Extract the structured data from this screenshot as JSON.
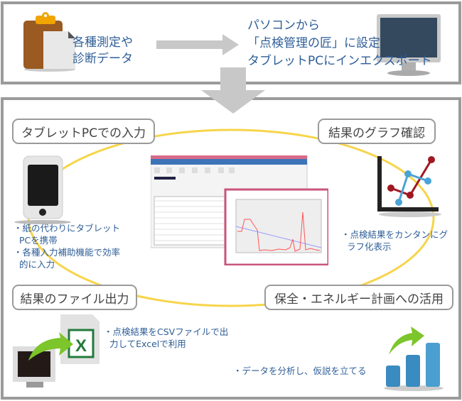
{
  "top": {
    "source_text": [
      "各種測定や",
      "診断データ"
    ],
    "target_text": [
      "パソコンから",
      "「点検管理の匠」に設定",
      "タブレットPCにインエクスポート"
    ]
  },
  "sections": [
    {
      "title": "タブレットPCでの入力",
      "notes": [
        "・紙の代わりにタブレットPCを携帯",
        "・各種入力補助機能で効率的に入力"
      ]
    },
    {
      "title": "結果のグラフ確認",
      "notes": [
        "・点検結果をカンタンにグラフ化表示"
      ]
    },
    {
      "title": "結果のファイル出力",
      "notes": [
        "・点検結果をCSVファイルで出力してExcelで利用"
      ]
    },
    {
      "title": "保全・エネルギー計画への活用",
      "notes": [
        "・データを分析し、仮説を立てる"
      ]
    }
  ],
  "colors": {
    "text_blue": "#2e5e97",
    "ellipse": "#f7d44a",
    "border": "#9b9b9b",
    "arrow": "#c8c8c8"
  }
}
